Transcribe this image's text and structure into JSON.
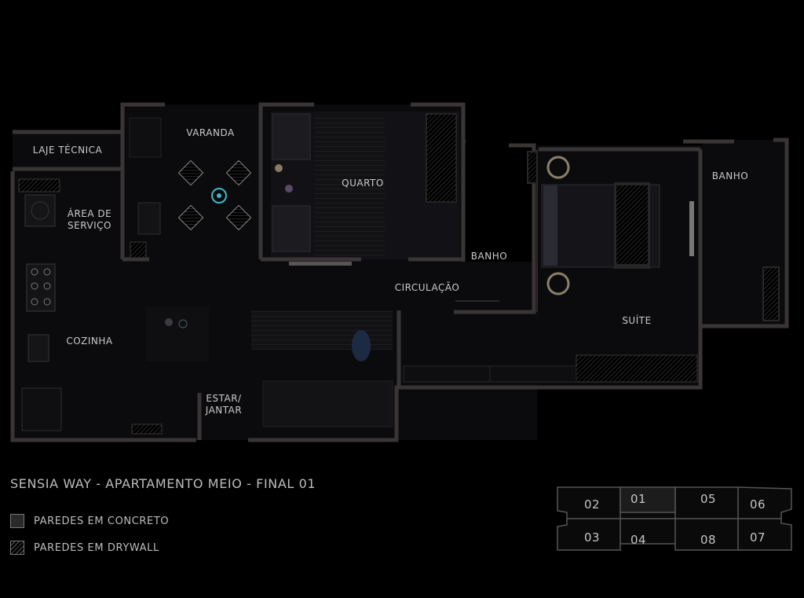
{
  "colors": {
    "background": "#000000",
    "wall": "#3a3535",
    "floor": "#0b0b0d",
    "text": "#c9c9c9",
    "accent_table": "#3fb7c9"
  },
  "rooms": {
    "laje": "LAJE TÉCNICA",
    "varanda": "VARANDA",
    "area_servico": "ÁREA DE\nSERVIÇO",
    "quarto": "QUARTO",
    "banho1": "BANHO",
    "banho2": "BANHO",
    "circulacao": "CIRCULAÇÃO",
    "suite": "SUÍTE",
    "cozinha": "COZINHA",
    "estar": "ESTAR/\nJANTAR"
  },
  "title": "SENSIA WAY - APARTAMENTO MEIO - FINAL 01",
  "legend": {
    "concrete": "PAREDES EM CONCRETO",
    "drywall": "PAREDES EM DRYWALL"
  },
  "key_plan": {
    "units": [
      "02",
      "01",
      "05",
      "06",
      "03",
      "04",
      "08",
      "07"
    ],
    "highlighted": "01"
  }
}
